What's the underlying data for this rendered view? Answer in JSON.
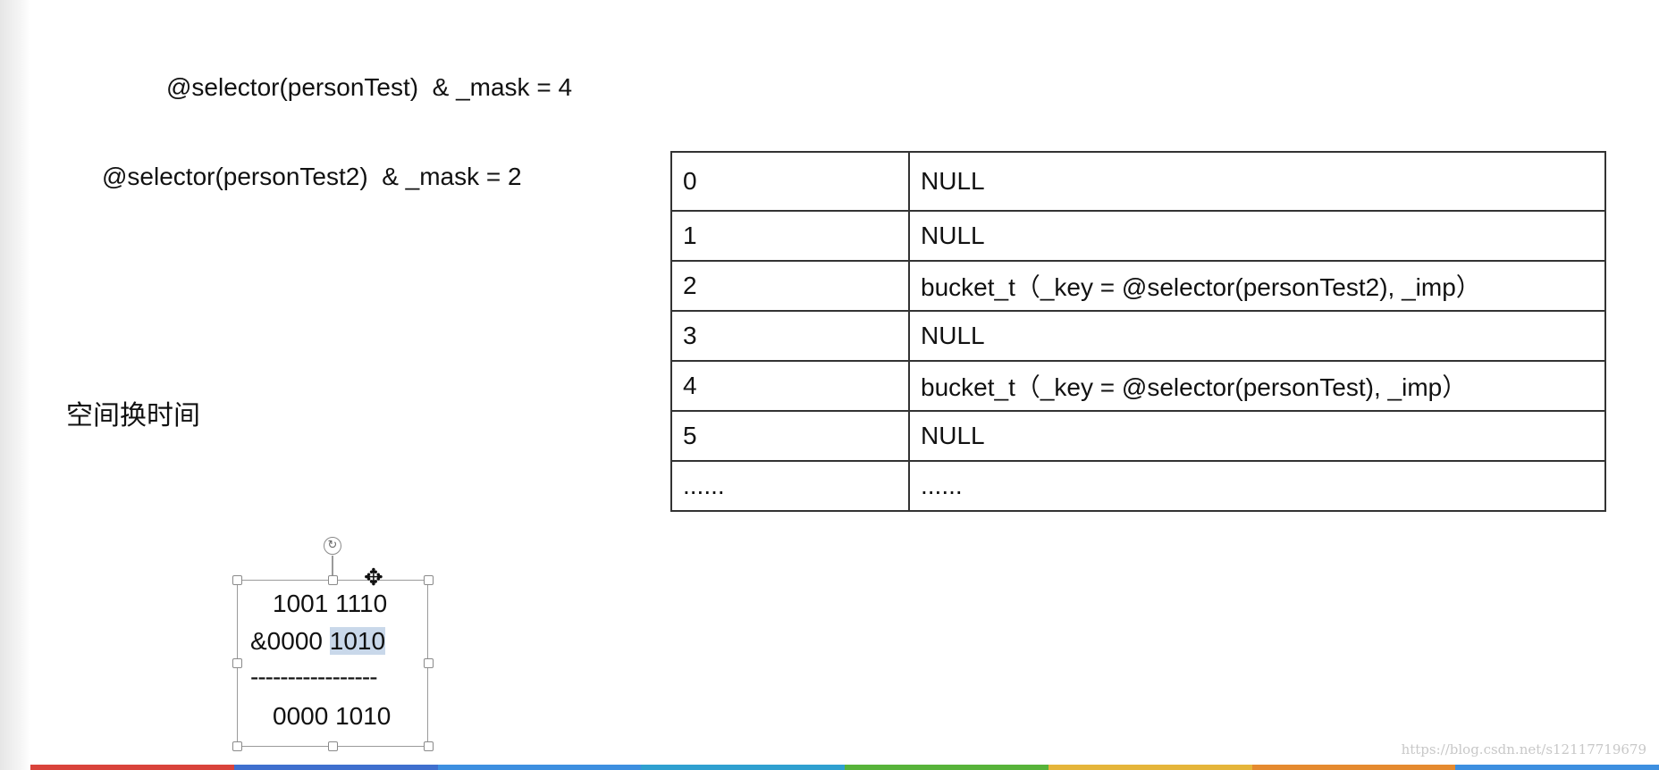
{
  "slide": {
    "selector_line_1": "@selector(personTest)  & _mask = 4",
    "selector_line_2": "@selector(personTest2)  & _mask = 2",
    "space_time_label": "空间换时间"
  },
  "table": {
    "rows": [
      {
        "index": "0",
        "value": "NULL"
      },
      {
        "index": "1",
        "value": "NULL"
      },
      {
        "index": "2",
        "value": "bucket_t（_key = @selector(personTest2), _imp）"
      },
      {
        "index": "3",
        "value": "NULL"
      },
      {
        "index": "4",
        "value": "bucket_t（_key = @selector(personTest), _imp）"
      },
      {
        "index": "5",
        "value": "NULL"
      },
      {
        "index": "......",
        "value": "......"
      }
    ]
  },
  "calc_box": {
    "line1": "1001 1110",
    "line2_prefix": "&0000 ",
    "line2_highlight": "1010",
    "separator": "-----------------",
    "result": "0000 1010",
    "rotate_glyph": "↻",
    "cursor_glyph": "✥"
  },
  "watermark": "https://blog.csdn.net/s12117719679",
  "colors": {
    "rainbow": [
      "#d9433b",
      "#3f6fce",
      "#3d8fe0",
      "#2fa0d0",
      "#57b33a",
      "#e5b53a",
      "#e58a2f",
      "#3d8fe0"
    ],
    "highlight": "#c9d8ea"
  }
}
